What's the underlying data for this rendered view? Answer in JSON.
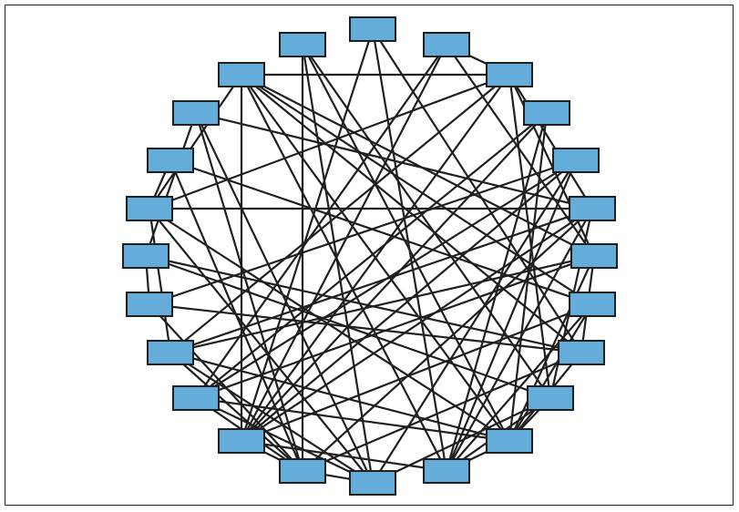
{
  "diagram": {
    "nodes": [
      {
        "id": "n1"
      },
      {
        "id": "n2"
      },
      {
        "id": "n3"
      },
      {
        "id": "n4"
      },
      {
        "id": "n5"
      },
      {
        "id": "n6"
      },
      {
        "id": "n7"
      },
      {
        "id": "n8"
      },
      {
        "id": "n9"
      },
      {
        "id": "n10"
      },
      {
        "id": "n11"
      },
      {
        "id": "n12"
      },
      {
        "id": "n13"
      },
      {
        "id": "n14"
      },
      {
        "id": "n15"
      },
      {
        "id": "n16"
      },
      {
        "id": "n17"
      },
      {
        "id": "n18"
      },
      {
        "id": "n19"
      },
      {
        "id": "n20"
      },
      {
        "id": "n21"
      },
      {
        "id": "n22"
      },
      {
        "id": "n23"
      },
      {
        "id": "n24"
      }
    ],
    "edges": [
      [
        "n3",
        "n5"
      ],
      [
        "n3",
        "n13"
      ],
      [
        "n3",
        "n18"
      ],
      [
        "n3",
        "n20"
      ],
      [
        "n5",
        "n20"
      ],
      [
        "n5",
        "n16"
      ],
      [
        "n5",
        "n19"
      ],
      [
        "n5",
        "n11"
      ],
      [
        "n5",
        "n10"
      ],
      [
        "n5",
        "n13"
      ],
      [
        "n5",
        "n4"
      ],
      [
        "n2",
        "n22"
      ],
      [
        "n2",
        "n21"
      ],
      [
        "n2",
        "n24"
      ],
      [
        "n2",
        "n19"
      ],
      [
        "n1",
        "n20"
      ],
      [
        "n1",
        "n17"
      ],
      [
        "n1",
        "n23"
      ],
      [
        "n4",
        "n21"
      ],
      [
        "n4",
        "n23"
      ],
      [
        "n4",
        "n17"
      ],
      [
        "n4",
        "n13"
      ],
      [
        "n4",
        "n10"
      ],
      [
        "n4",
        "n20"
      ],
      [
        "n4",
        "n15"
      ],
      [
        "n6",
        "n22"
      ],
      [
        "n6",
        "n12"
      ],
      [
        "n6",
        "n11"
      ],
      [
        "n6",
        "n24"
      ],
      [
        "n7",
        "n20"
      ],
      [
        "n7",
        "n18"
      ],
      [
        "n7",
        "n23"
      ],
      [
        "n7",
        "n21"
      ],
      [
        "n8",
        "n15"
      ],
      [
        "n8",
        "n10"
      ],
      [
        "n8",
        "n22"
      ],
      [
        "n9",
        "n14"
      ],
      [
        "n9",
        "n24"
      ],
      [
        "n9",
        "n23"
      ],
      [
        "n9",
        "n20"
      ],
      [
        "n9",
        "n18"
      ],
      [
        "n10",
        "n16"
      ],
      [
        "n10",
        "n21"
      ],
      [
        "n10",
        "n24"
      ],
      [
        "n10",
        "n11"
      ],
      [
        "n11",
        "n19"
      ],
      [
        "n11",
        "n23"
      ],
      [
        "n11",
        "n20"
      ],
      [
        "n11",
        "n22"
      ],
      [
        "n11",
        "n16"
      ],
      [
        "n12",
        "n19"
      ],
      [
        "n12",
        "n17"
      ],
      [
        "n12",
        "n14"
      ],
      [
        "n13",
        "n21"
      ],
      [
        "n13",
        "n16"
      ],
      [
        "n13",
        "n18"
      ],
      [
        "n13",
        "n17"
      ],
      [
        "n14",
        "n22"
      ],
      [
        "n14",
        "n17"
      ],
      [
        "n15",
        "n23"
      ],
      [
        "n15",
        "n21"
      ],
      [
        "n15",
        "n20"
      ],
      [
        "n16",
        "n22"
      ],
      [
        "n16",
        "n24"
      ],
      [
        "n16",
        "n21"
      ],
      [
        "n17",
        "n22"
      ],
      [
        "n17",
        "n21"
      ],
      [
        "n18",
        "n22"
      ],
      [
        "n18",
        "n24"
      ],
      [
        "n18",
        "n21"
      ],
      [
        "n19",
        "n24"
      ],
      [
        "n19",
        "n21"
      ],
      [
        "n20",
        "n22"
      ],
      [
        "n20",
        "n23"
      ],
      [
        "n21",
        "n23"
      ],
      [
        "n22",
        "n24"
      ],
      [
        "n19",
        "n23"
      ]
    ],
    "colors": {
      "node_fill": "#64acd9",
      "node_stroke": "#1f1f1f",
      "edge_stroke": "#1f1f1f",
      "frame": "#222222"
    }
  }
}
